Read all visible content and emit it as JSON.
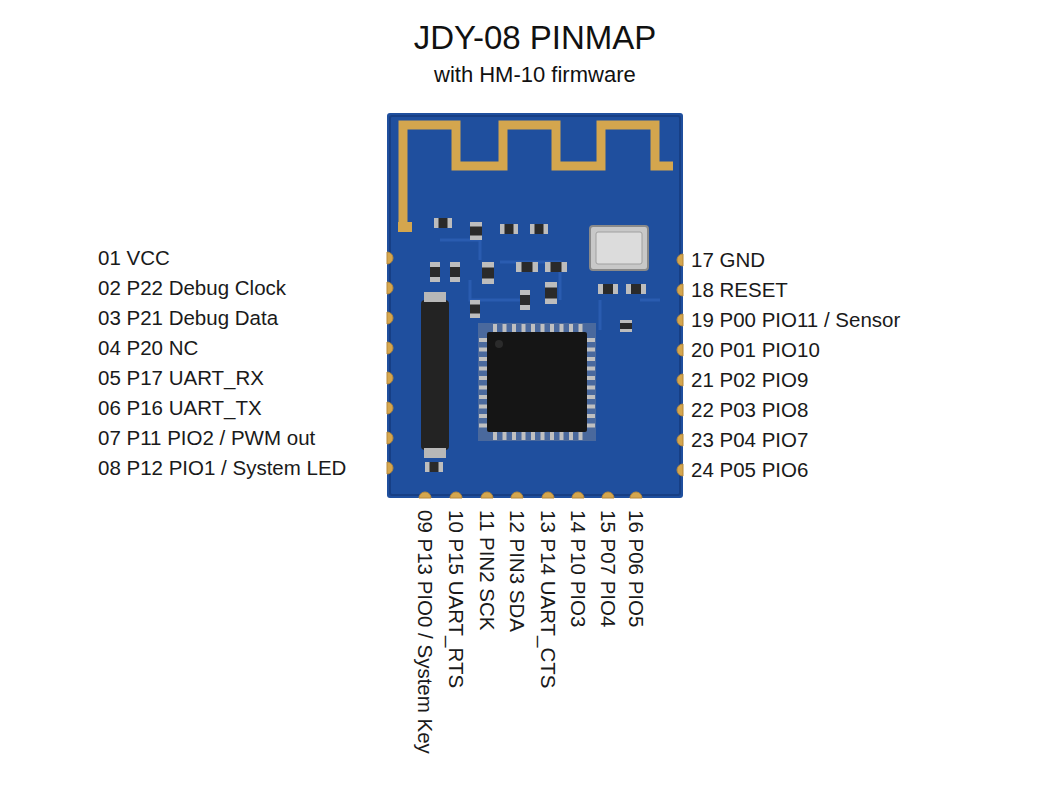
{
  "diagram": {
    "title": "JDY-08 PINMAP",
    "labels": [
      "with HM-10 firmware",
      "01 VCC",
      "02 P22 Debug Clock",
      "03 P21 Debug Data",
      "04 P20 NC",
      "05 P17 UART_RX",
      "06 P16 UART_TX",
      "07 P11 PIO2 / PWM out",
      "08 P12 PIO1 / System LED",
      "09 P13 PIO0 / System Key",
      "10 P15 UART_RTS",
      "11 PIN2 SCK",
      "12 PIN3 SDA",
      "13 P14 UART_CTS",
      "14 P10 PIO3",
      "15 P07 PIO4",
      "16 P06 PIO5",
      "17 GND",
      "18 RESET",
      "19 P00 PIO11 / Sensor",
      "20 P01 PIO10",
      "21 P02 PIO9",
      "22 P03 PIO8",
      "23 P04 PIO7",
      "24 P05 PIO6"
    ]
  }
}
